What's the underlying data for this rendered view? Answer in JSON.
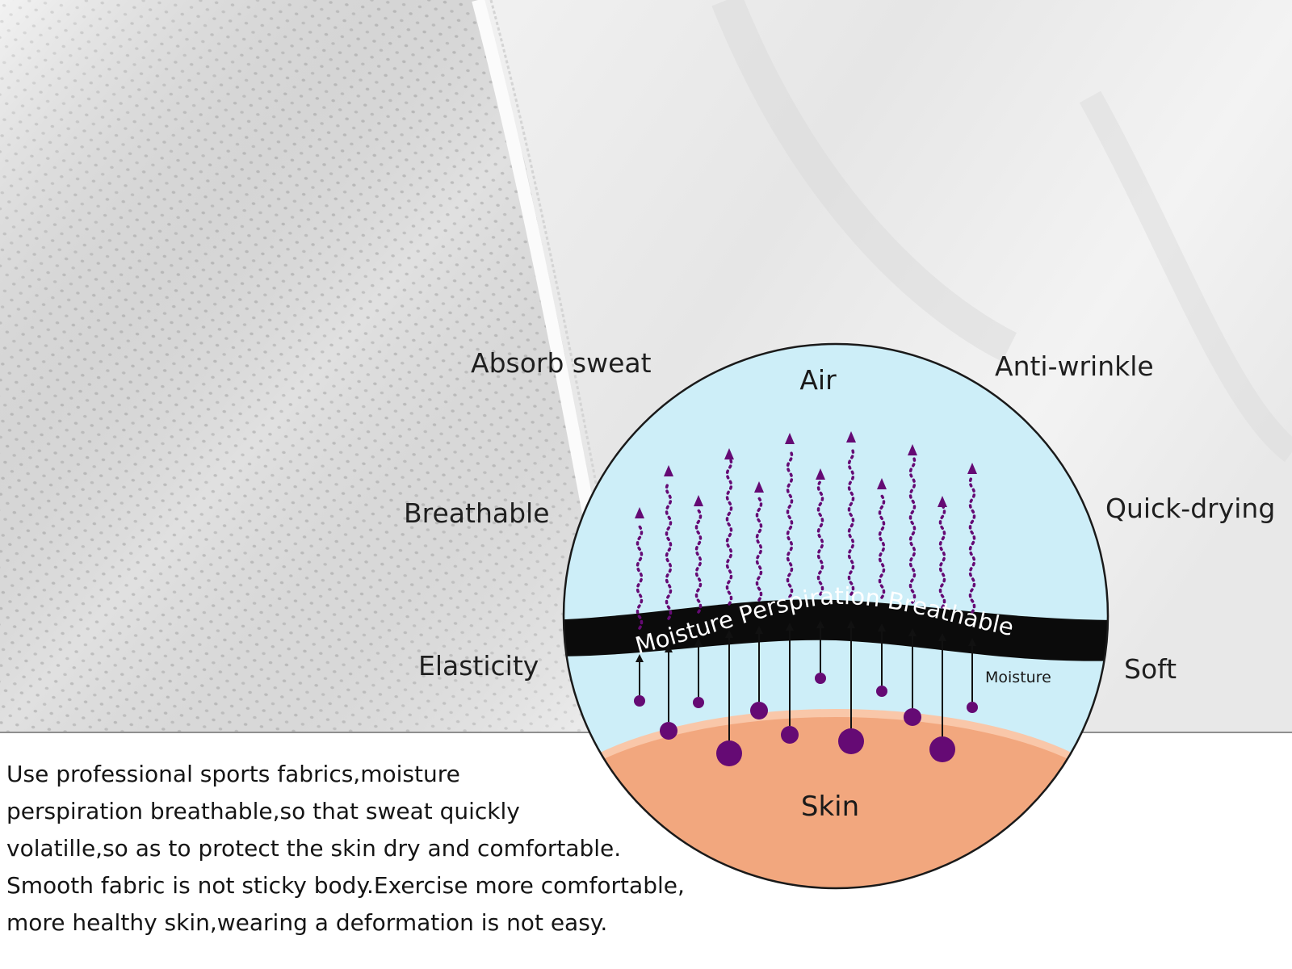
{
  "features": {
    "absorb_sweat": "Absorb sweat",
    "anti_wrinkle": "Anti-wrinkle",
    "breathable": "Breathable",
    "quick_drying": "Quick-drying",
    "elasticity": "Elasticity",
    "soft": "Soft"
  },
  "diagram": {
    "air_label": "Air",
    "skin_label": "Skin",
    "band_text": "Moisture Perspiration Breathable",
    "moisture_label": "Moisture"
  },
  "description": {
    "lines": [
      "Use professional sports fabrics,moisture",
      "perspiration breathable,so that sweat quickly",
      "volatille,so as to protect the skin dry and comfortable.",
      "Smooth fabric is not sticky body.Exercise more comfortable,",
      "more healthy skin,wearing a deformation is not easy."
    ]
  },
  "colors": {
    "air": "#cdeef8",
    "skin": "#f2a77e",
    "skin_edge": "#f9c7a9",
    "droplet": "#650a74",
    "band": "#0b0b0b",
    "fabric": "#eeeeee"
  }
}
